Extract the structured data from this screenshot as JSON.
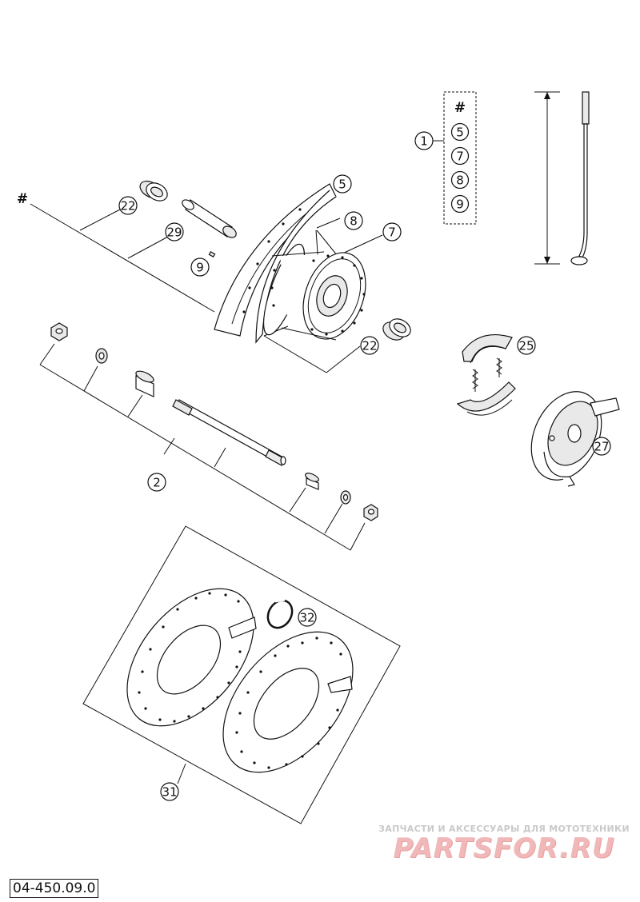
{
  "diagram_code": "04-450.09.0",
  "watermark": {
    "caption": "ЗАПЧАСТИ И АКСЕССУАРЫ ДЛЯ МОТОТЕХНИКИ",
    "brand": "PARTSFOR.RU"
  },
  "kit_legend": {
    "hash": "#",
    "items": [
      "5",
      "7",
      "8",
      "9"
    ]
  },
  "hash_marker": "#",
  "callouts": {
    "c1": "1",
    "c2": "2",
    "c5": "5",
    "c7": "7",
    "c8": "8",
    "c9": "9",
    "c22a": "22",
    "c22b": "22",
    "c25": "25",
    "c27": "27",
    "c29": "29",
    "c31": "31",
    "c32": "32"
  }
}
